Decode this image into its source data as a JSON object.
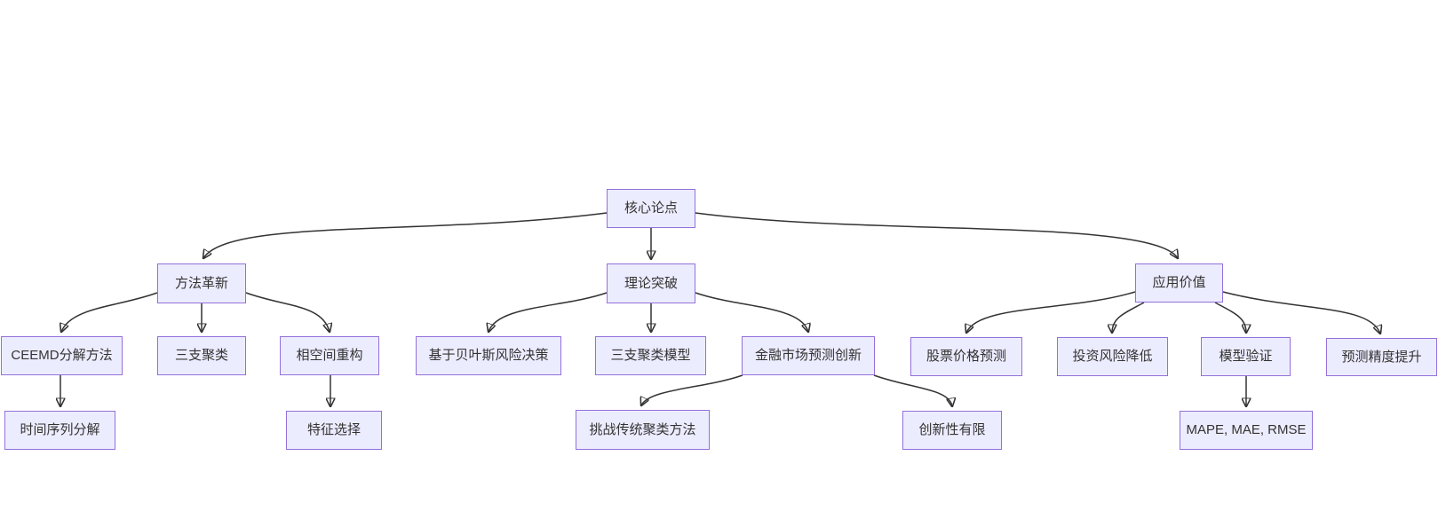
{
  "diagram": {
    "type": "flowchart",
    "orientation": "top-down",
    "colors": {
      "background": "#FFFFFF",
      "node_fill": "#ECECFF",
      "node_border": "#9370DB",
      "node_text": "#333333",
      "edge": "#333333"
    },
    "nodes": {
      "core": {
        "label": "核心论点"
      },
      "method": {
        "label": "方法革新"
      },
      "theory": {
        "label": "理论突破"
      },
      "application": {
        "label": "应用价值"
      },
      "ceemd": {
        "label": "CEEMD分解方法"
      },
      "three_way_clustering": {
        "label": "三支聚类"
      },
      "phase_space": {
        "label": "相空间重构"
      },
      "bayes_risk": {
        "label": "基于贝叶斯风险决策"
      },
      "three_way_model": {
        "label": "三支聚类模型"
      },
      "finance_innovation": {
        "label": "金融市场预测创新"
      },
      "stock_prediction": {
        "label": "股票价格预测"
      },
      "risk_reduction": {
        "label": "投资风险降低"
      },
      "model_validation": {
        "label": "模型验证"
      },
      "precision_improvement": {
        "label": "预测精度提升"
      },
      "time_series": {
        "label": "时间序列分解"
      },
      "feature_selection": {
        "label": "特征选择"
      },
      "challenge_traditional": {
        "label": "挑战传统聚类方法"
      },
      "limited_innovation": {
        "label": "创新性有限"
      },
      "metrics": {
        "label": "MAPE, MAE, RMSE"
      }
    },
    "edges": [
      {
        "from": "core",
        "to": "method"
      },
      {
        "from": "core",
        "to": "theory"
      },
      {
        "from": "core",
        "to": "application"
      },
      {
        "from": "method",
        "to": "ceemd"
      },
      {
        "from": "method",
        "to": "three_way_clustering"
      },
      {
        "from": "method",
        "to": "phase_space"
      },
      {
        "from": "theory",
        "to": "bayes_risk"
      },
      {
        "from": "theory",
        "to": "three_way_model"
      },
      {
        "from": "theory",
        "to": "finance_innovation"
      },
      {
        "from": "application",
        "to": "stock_prediction"
      },
      {
        "from": "application",
        "to": "risk_reduction"
      },
      {
        "from": "application",
        "to": "model_validation"
      },
      {
        "from": "application",
        "to": "precision_improvement"
      },
      {
        "from": "ceemd",
        "to": "time_series"
      },
      {
        "from": "phase_space",
        "to": "feature_selection"
      },
      {
        "from": "finance_innovation",
        "to": "challenge_traditional"
      },
      {
        "from": "finance_innovation",
        "to": "limited_innovation"
      },
      {
        "from": "model_validation",
        "to": "metrics"
      }
    ]
  }
}
